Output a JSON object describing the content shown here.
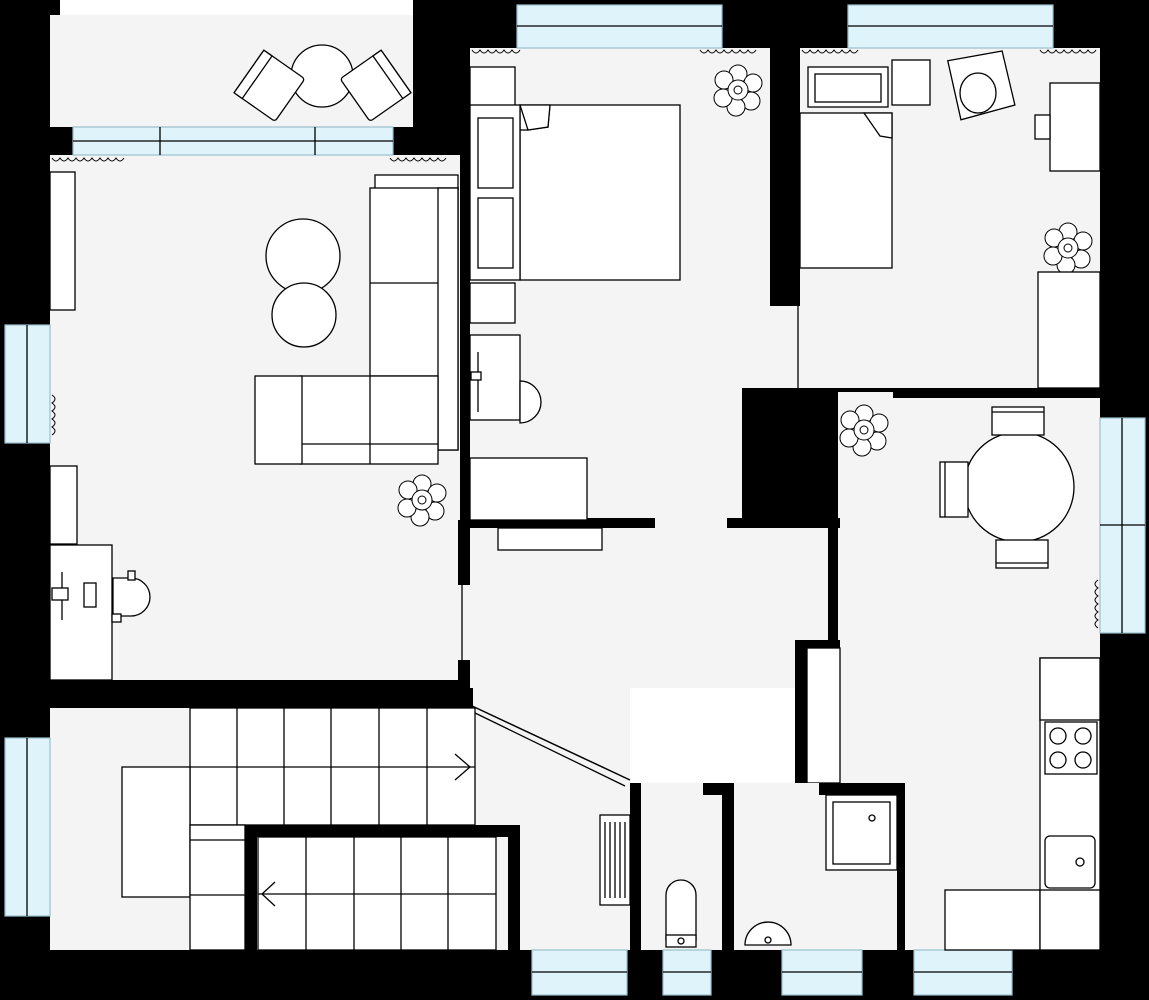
{
  "plan": {
    "colors": {
      "wall": "#000000",
      "floor": "#f4f4f4",
      "window_glass": "#dff3fb",
      "furniture": "#ffffff"
    },
    "rooms": [
      "balcony",
      "living-room",
      "bedroom",
      "second-bedroom",
      "hallway",
      "kitchen-dining",
      "staircase",
      "toilet",
      "bathroom"
    ],
    "icons": [
      "plant-icon",
      "armchair-icon",
      "bed-icon",
      "sofa-icon",
      "stove-icon",
      "sink-icon",
      "toilet-icon",
      "shower-icon",
      "stair-arrow-icon"
    ]
  }
}
